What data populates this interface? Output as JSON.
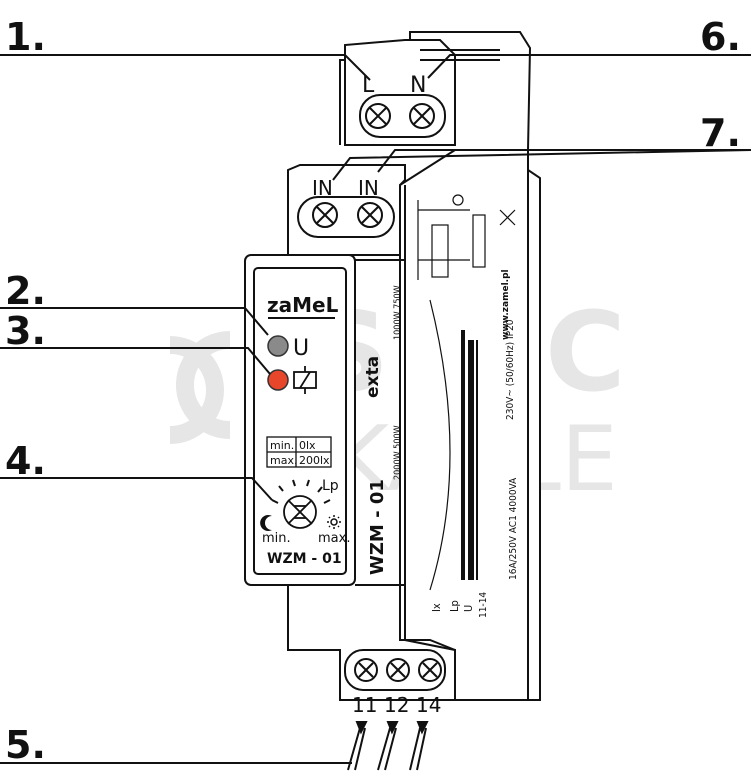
{
  "watermark": {
    "line1": "SPEC",
    "line2": "KABLE"
  },
  "callouts": [
    "1.",
    "2.",
    "3.",
    "4.",
    "5.",
    "6.",
    "7."
  ],
  "terminals": {
    "top_l": "L",
    "top_n": "N",
    "in_1": "IN",
    "in_2": "IN",
    "bottom": [
      "11",
      "12",
      "14"
    ]
  },
  "front": {
    "brand": "zaMeL",
    "led_power_label": "U",
    "range_min": "min.",
    "range_min_value": "0lx",
    "range_max": "max.",
    "range_max_value": "200lx",
    "knob_label": "Lp",
    "knob_min": "min.",
    "knob_max": "max.",
    "model": "WZM - 01"
  },
  "side": {
    "model": "WZM - 01",
    "brand": "exta",
    "ratings_1": "1000W  750W",
    "ratings_2": "2000W  500W",
    "spec_1": "230V~ (50/60Hz)   IP20",
    "spec_2": "16A/250V  AC1 4000VA",
    "website": "www.zamel.pl",
    "signal_labels": [
      "Ix",
      "Lp",
      "U",
      "11-14"
    ]
  },
  "colors": {
    "line": "#111111",
    "led_power": "#8a8a8a",
    "led_relay": "#e8462a",
    "watermark": "#e6e6e6"
  }
}
